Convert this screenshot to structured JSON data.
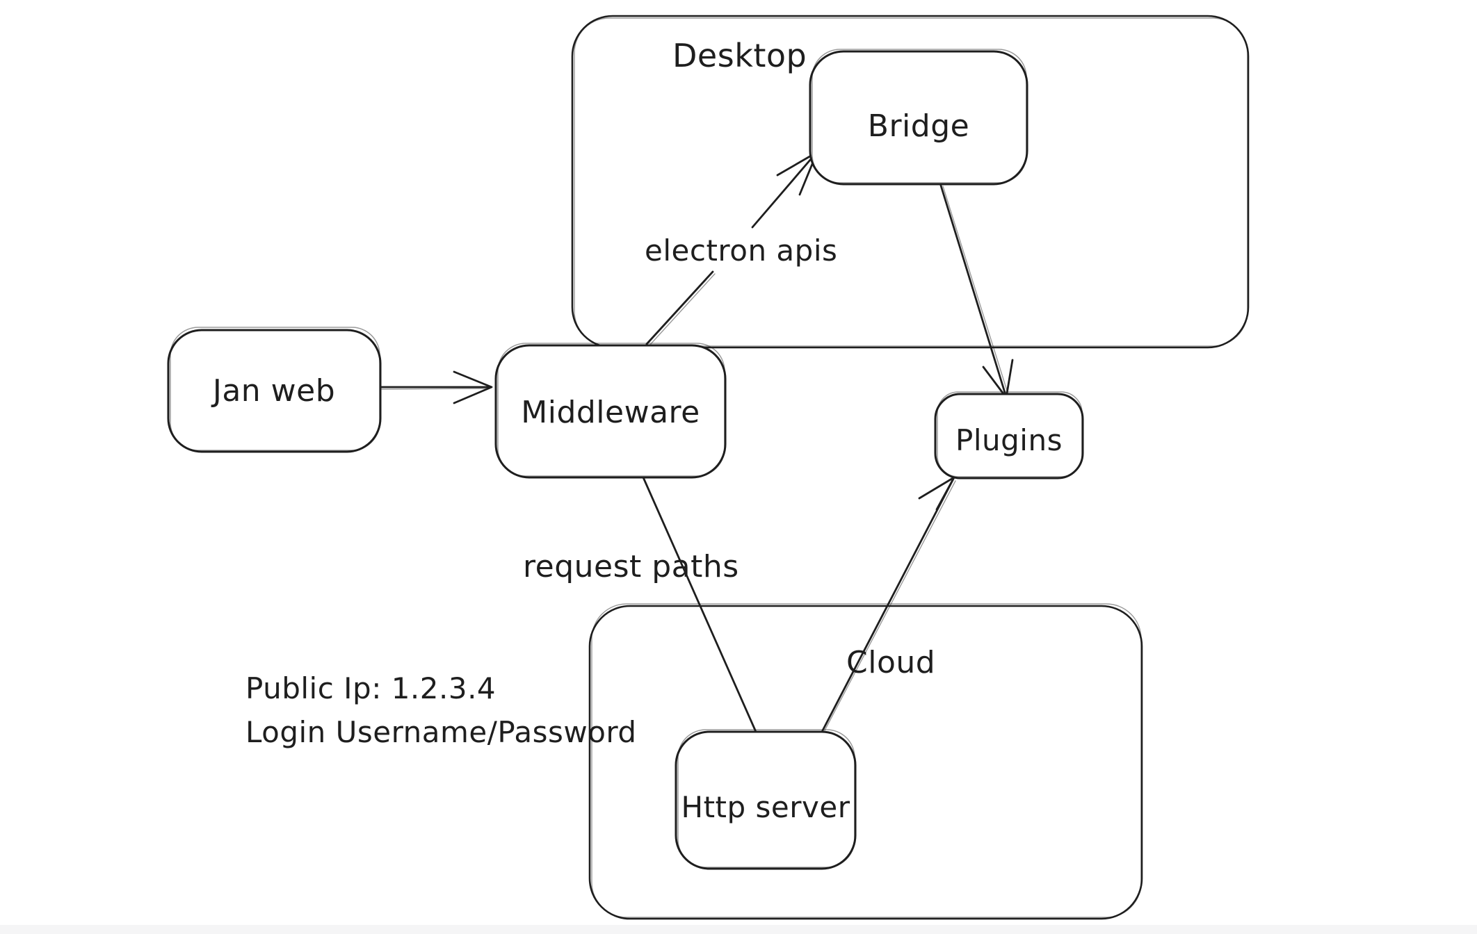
{
  "diagram": {
    "colors": {
      "stroke": "#1e1e1e",
      "background": "#ffffff",
      "footer_strip": "#f5f5f6"
    },
    "containers": [
      {
        "id": "desktop",
        "label": "Desktop"
      },
      {
        "id": "cloud",
        "label": "Cloud"
      }
    ],
    "nodes": [
      {
        "id": "jan-web",
        "label": "Jan web"
      },
      {
        "id": "middleware",
        "label": "Middleware"
      },
      {
        "id": "bridge",
        "label": "Bridge"
      },
      {
        "id": "plugins",
        "label": "Plugins"
      },
      {
        "id": "http-server",
        "label": "Http server"
      }
    ],
    "edges": [
      {
        "from": "Jan web",
        "to": "Middleware",
        "label": "",
        "arrowhead": "end"
      },
      {
        "from": "Middleware",
        "to": "Bridge",
        "label": "electron apis",
        "arrowhead": "end"
      },
      {
        "from": "Bridge",
        "to": "Plugins",
        "label": "",
        "arrowhead": "end"
      },
      {
        "from": "Middleware",
        "to": "Http server",
        "label": "request paths",
        "arrowhead": "none"
      },
      {
        "from": "Http server",
        "to": "Plugins",
        "label": "",
        "arrowhead": "end"
      }
    ],
    "annotations": [
      {
        "text": "Public Ip: 1.2.3.4"
      },
      {
        "text": "Login Username/Password"
      }
    ]
  }
}
